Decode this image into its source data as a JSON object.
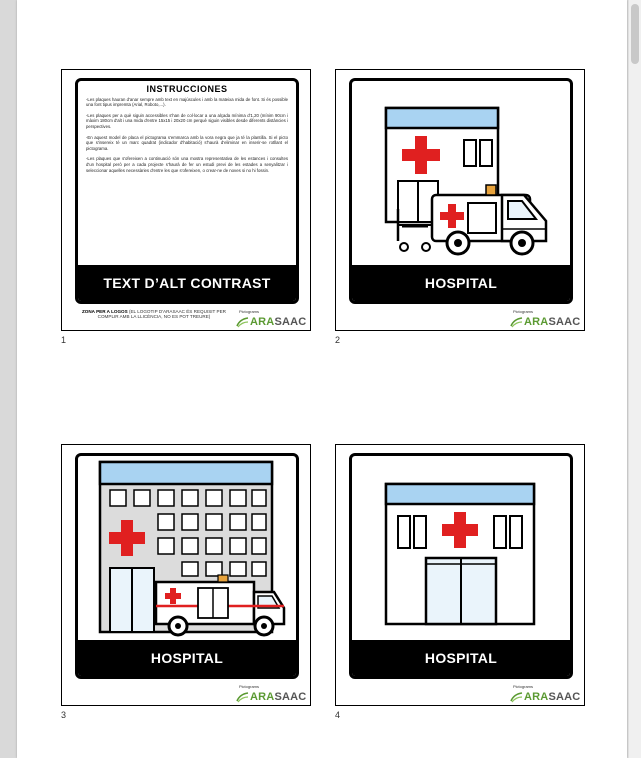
{
  "cards": [
    {
      "number": "1",
      "label": "TEXT D’ALT CONTRAST",
      "instructions": {
        "title": "INSTRUCCIONES",
        "paragraphs": [
          "-Les plaques hauran d'anar sempre amb text en majúscules i amb la mateixa mida de font. Si és possible una font tipus impremta (Arial, Roboto,...).",
          "-Les plaques per a què siguin accessibles s'han de col·locar a una alçada mínima d'1,20 (mínim 90cm i màxim 180cm d'alt i una mida d'entre 15x15 i 20x20 cm perquè siguin visibles desde diferents distàncies i perspectives.",
          "-En aquest model de placa el pictograma s'emmarca amb la vora negra que ja té la plantilla. Si el picto que s'insereix té un marc quadrat (indicador d'habitació) s'haurà d'eliminar en inserir-se rotllant el pictograma.",
          "-Les plaques que s'ofereixen a continuació són una mostra representativa de les estances i consultes d'un hospital però per a cada projecte s'haurà de fer un estudi previ de les estades a senyalitzar i seleccionar aquelles necessàries d'entre les que s'ofereixen, o crear-ne de noves si no hi fossin."
        ]
      },
      "footer_note_bold": "ZONA PER A LOGOS",
      "footer_note": "(EL LOGOTIP D'ARASAAC ÉS REQUISIT PER COMPLIR AMB LA LLICÈNCIA, NO ES POT TREURE)"
    },
    {
      "number": "2",
      "label": "HOSPITAL"
    },
    {
      "number": "3",
      "label": "HOSPITAL"
    },
    {
      "number": "4",
      "label": "HOSPITAL"
    }
  ],
  "logo": {
    "small_text": "Pictograms",
    "word_a": "ARA",
    "word_b": "SAAC"
  },
  "colors": {
    "accent_green": "#5b9a32",
    "sky": "#a9d3f2",
    "red": "#e02020",
    "glass": "#eaf4fb"
  }
}
